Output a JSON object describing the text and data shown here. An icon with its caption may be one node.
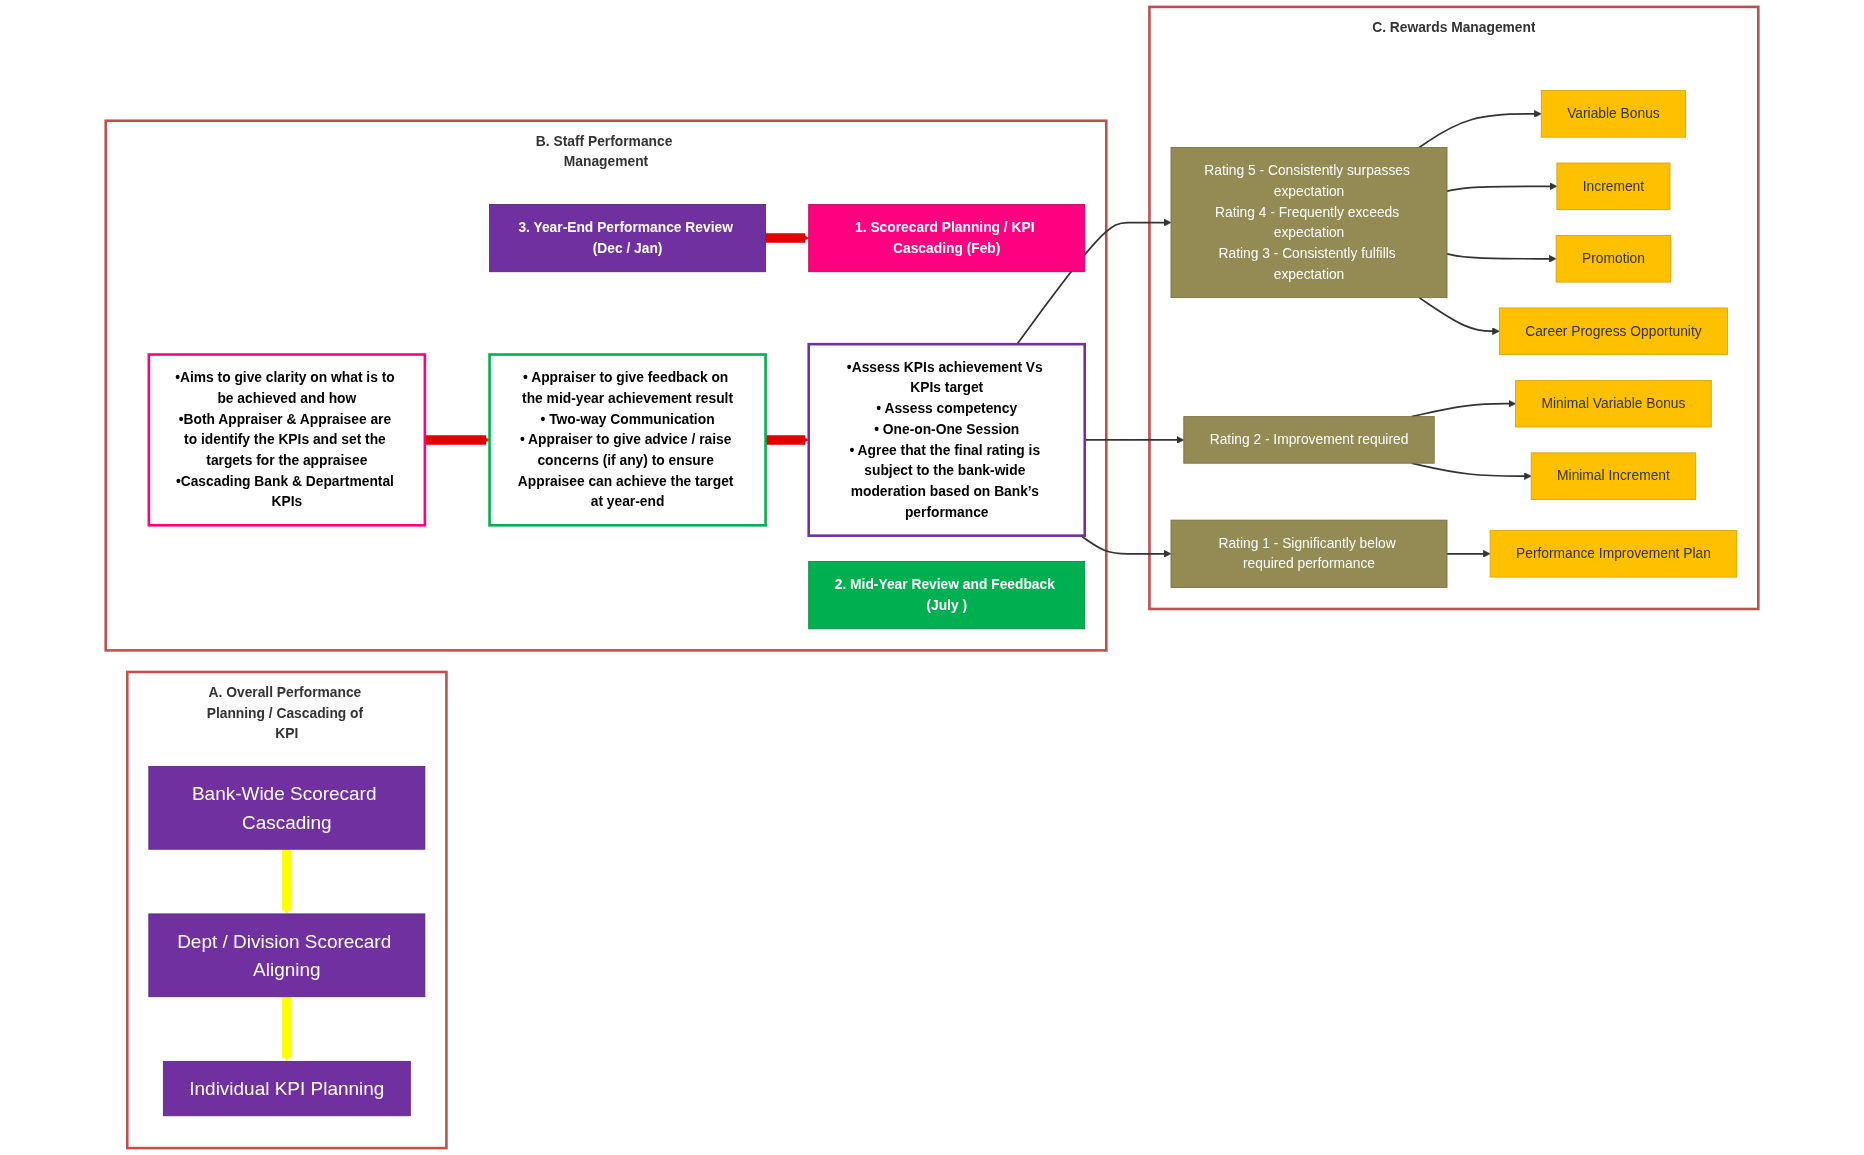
{
  "diagram": {
    "nodes": [
      {
        "text": [
          "A. Overall Performance Planning / Cascading of KPI"
        ]
      },
      {
        "text": [
          "Bank-Wide Scorecard Cascading"
        ],
        "in": 0
      },
      {
        "text": [
          "Dept / Division Scorecard Aligning"
        ],
        "in": 0
      },
      {
        "text": [
          "Individual KPI Planning"
        ],
        "in": 0
      },
      {
        "text": [
          "B. Staff Performance Management"
        ]
      },
      {
        "text": [
          "1. Scorecard Planning / KPI Cascading (Feb)"
        ],
        "in": 4
      },
      {
        "text": [
          "•Aims to give clarity on what is to be achieved and how",
          "•Both Appraiser & Appraisee are to identify the KPIs and set the targets for the appraisee",
          "•Cascading Bank & Departmental KPIs"
        ],
        "in": 4
      },
      {
        "text": [
          "3. Year-End Performance Review (Dec / Jan)"
        ],
        "in": 4
      },
      {
        "text": [
          "•Assess KPIs achievement Vs KPIs target",
          "• Assess competency",
          "• One-on-One Session",
          "• Agree that the final rating is subject to the bank-wide moderation based on Bank’s performance"
        ],
        "in": 4
      },
      {
        "text": [
          "2. Mid-Year Review and Feedback (July )"
        ],
        "in": 4
      },
      {
        "text": [
          "• Appraiser to give feedback on the mid-year achievement result",
          "• Two-way Communication",
          "• Appraiser to give advice / raise concerns (if any) to ensure Appraisee can achieve the target at year-end"
        ],
        "in": 4
      },
      {
        "text": [
          "C. Rewards Management"
        ]
      },
      {
        "text": [
          "Rating 5 - Consistently surpasses expectation",
          "Rating 4 - Frequently exceeds expectation",
          "Rating 3 - Consistently fulfills expectation"
        ],
        "in": 11
      },
      {
        "text": [
          "Variable Bonus"
        ],
        "in": 11
      },
      {
        "text": [
          "Increment"
        ],
        "in": 11
      },
      {
        "text": [
          "Promotion"
        ],
        "in": 11
      },
      {
        "text": [
          "Career Progress Opportunity"
        ],
        "in": 11
      },
      {
        "text": [
          "Rating 2 - Improvement required"
        ],
        "in": 11
      },
      {
        "text": [
          "Minimal Variable Bonus"
        ],
        "in": 11
      },
      {
        "text": [
          "Minimal Increment"
        ],
        "in": 11
      },
      {
        "text": [
          "Rating 1 - Significantly below required performance"
        ],
        "in": 11
      },
      {
        "text": [
          "Performance Improvement Plan"
        ],
        "in": 11
      }
    ],
    "edges": [
      {
        "from": 1,
        "to": 2,
        "arrow": "to",
        "style": "thick",
        "color": "#ffff00"
      },
      {
        "from": 2,
        "to": 3,
        "arrow": "to",
        "style": "thick",
        "color": "#ffff00"
      },
      {
        "from": 7,
        "to": 5,
        "arrow": "to",
        "style": "thick",
        "color": "#e00000"
      },
      {
        "from": 6,
        "to": 10,
        "arrow": "to",
        "style": "thick",
        "color": "#e00000"
      },
      {
        "from": 10,
        "to": 8,
        "arrow": "to",
        "style": "thick",
        "color": "#e00000"
      },
      {
        "from": 8,
        "to": 12,
        "arrow": "to"
      },
      {
        "from": 8,
        "to": 17,
        "arrow": "to"
      },
      {
        "from": 8,
        "to": 20,
        "arrow": "to"
      },
      {
        "from": 12,
        "to": 13,
        "arrow": "to"
      },
      {
        "from": 12,
        "to": 14,
        "arrow": "to"
      },
      {
        "from": 12,
        "to": 15,
        "arrow": "to"
      },
      {
        "from": 12,
        "to": 16,
        "arrow": "to"
      },
      {
        "from": 17,
        "to": 18,
        "arrow": "to"
      },
      {
        "from": 17,
        "to": 19,
        "arrow": "to"
      },
      {
        "from": 20,
        "to": 21,
        "arrow": "to"
      }
    ]
  }
}
